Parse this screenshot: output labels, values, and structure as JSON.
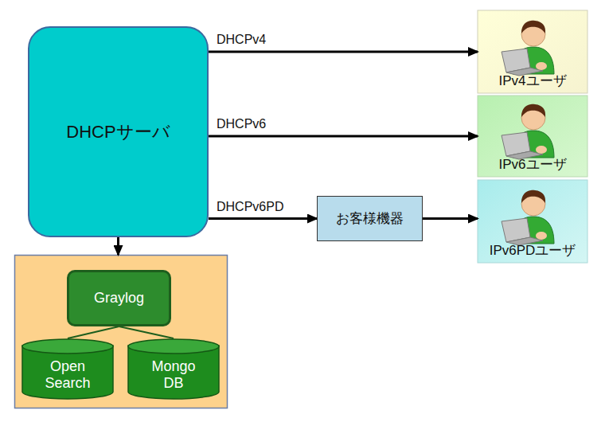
{
  "diagram": {
    "nodes": [
      {
        "text": [
          "DHCPサーバ"
        ]
      },
      {
        "text": [
          "IPv4ユーザ"
        ]
      },
      {
        "text": [
          "IPv6ユーザ"
        ]
      },
      {
        "text": [
          "お客様機器"
        ]
      },
      {
        "text": [
          "IPv6PDユーザ"
        ]
      },
      {
        "text": []
      },
      {
        "text": [
          "Graylog"
        ],
        "in": 5
      },
      {
        "text": [
          "Open Search"
        ],
        "in": 5
      },
      {
        "text": [
          "Mongo DB"
        ],
        "in": 5
      }
    ],
    "edges": [
      {
        "from": 0,
        "to": 1,
        "arrow": "to",
        "label": "DHCPv4"
      },
      {
        "from": 0,
        "to": 2,
        "arrow": "to",
        "label": "DHCPv6"
      },
      {
        "from": 0,
        "to": 3,
        "arrow": "to",
        "label": "DHCPv6PD"
      },
      {
        "from": 3,
        "to": 4,
        "arrow": "to"
      },
      {
        "from": 0,
        "to": 5,
        "arrow": "to"
      },
      {
        "from": 6,
        "to": 7,
        "arrow": "none"
      },
      {
        "from": 6,
        "to": 8,
        "arrow": "none"
      }
    ]
  }
}
